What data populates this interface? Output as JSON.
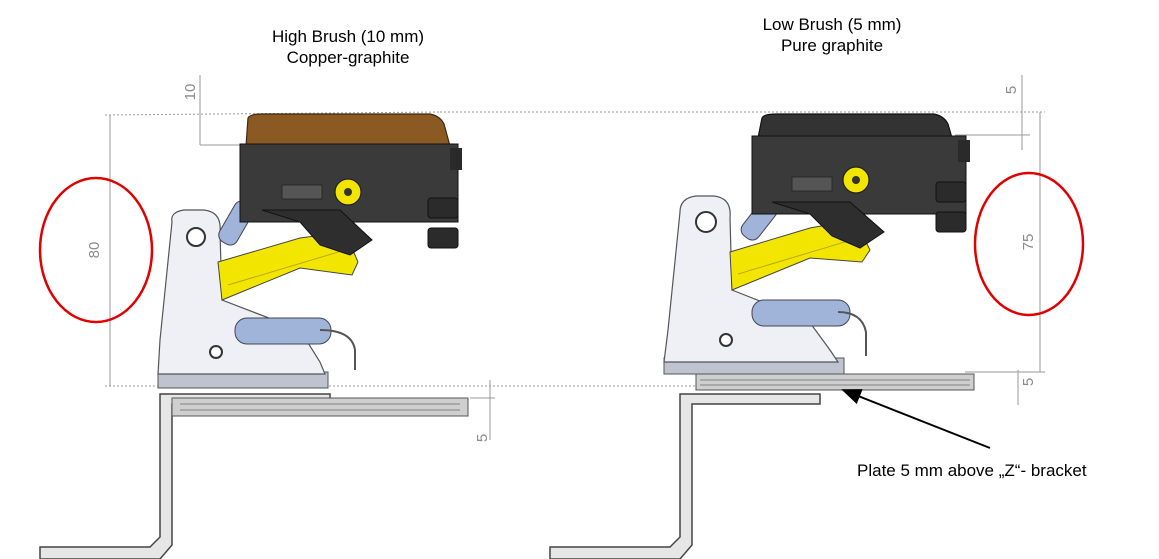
{
  "left_assembly": {
    "title_line1": "High Brush (10 mm)",
    "title_line2": "Copper-graphite",
    "dim_top": "10",
    "dim_height": "80",
    "dim_offset": "5"
  },
  "right_assembly": {
    "title_line1": "Low Brush (5 mm)",
    "title_line2": "Pure graphite",
    "dim_top": "5",
    "dim_height": "75",
    "dim_bottom": "5"
  },
  "annotation": {
    "text": "Plate 5 mm above „Z“- bracket"
  },
  "colors": {
    "highlight_circle": "#e00000",
    "yellow_arm": "#f2e600",
    "copper_brush": "#8a5a22",
    "dark_body": "#3a3a3a",
    "graphite_brush": "#333333",
    "bracket": "#d8d8d8"
  }
}
